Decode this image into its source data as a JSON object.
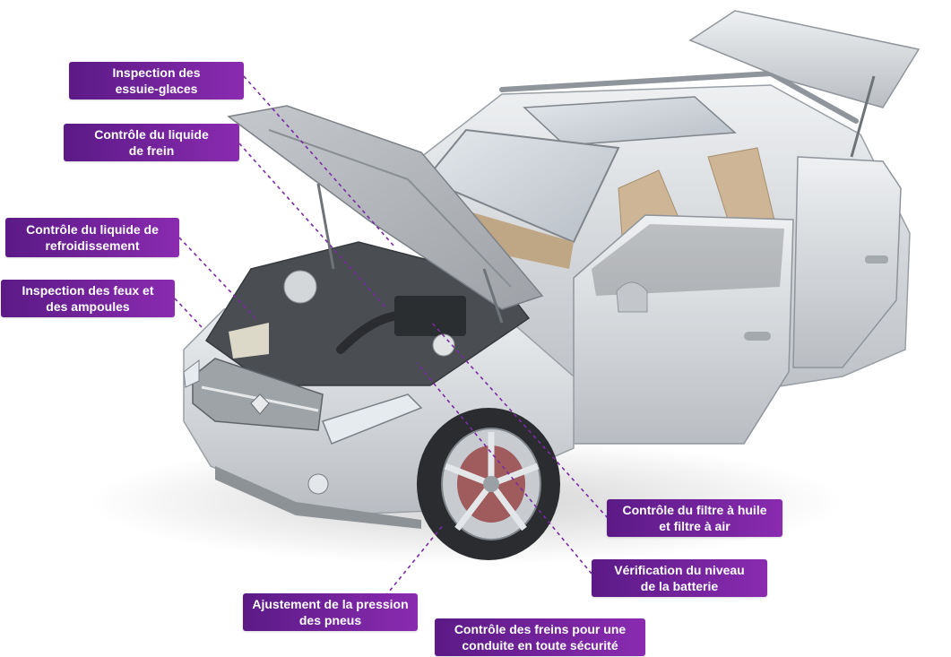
{
  "colors": {
    "label_start": "#5b1a86",
    "label_end": "#8a2bb0",
    "leader_line": "#7a2aa6",
    "car_body": "#d9dcdf",
    "interior": "#c9b49a"
  },
  "callouts": [
    {
      "id": "wipers",
      "text": "Inspection des\nessuie-glaces"
    },
    {
      "id": "brake-fluid",
      "text": "Contrôle du liquide\nde frein"
    },
    {
      "id": "coolant",
      "text": "Contrôle du liquide de\nrefroidissement"
    },
    {
      "id": "lights",
      "text": "Inspection des feux et\ndes ampoules"
    },
    {
      "id": "filters",
      "text": "Contrôle du filtre à huile\net filtre à air"
    },
    {
      "id": "battery",
      "text": "Vérification du niveau\nde la batterie"
    },
    {
      "id": "tire-pressure",
      "text": "Ajustement de la pression\ndes pneus"
    },
    {
      "id": "brakes",
      "text": "Contrôle des freins pour une\nconduite en toute sécurité"
    }
  ]
}
